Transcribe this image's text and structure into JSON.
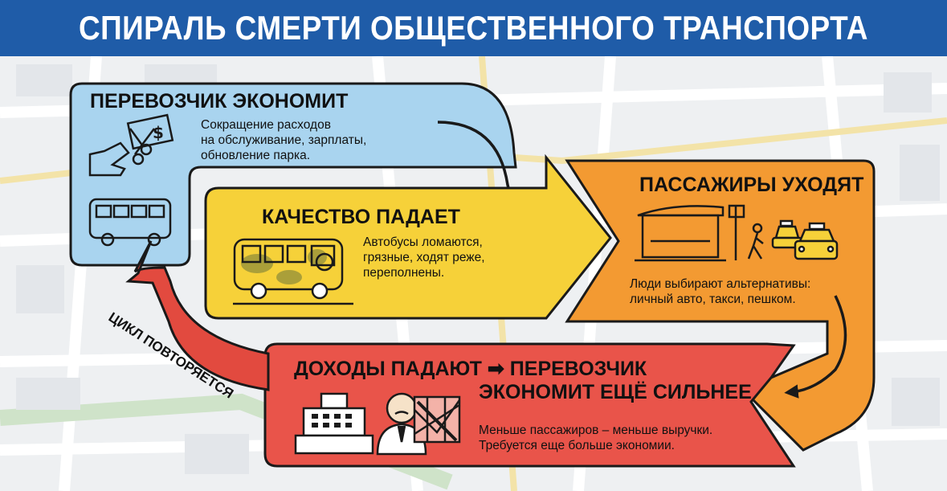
{
  "title": "СПИРАЛЬ СМЕРТИ ОБЩЕСТВЕННОГО ТРАНСПОРТА",
  "steps": [
    {
      "heading": "ПЕРЕВОЗЧИК ЭКОНОМИТ",
      "desc": [
        "Сокращение расходов",
        "на обслуживание, зарплаты,",
        "обновление парка."
      ],
      "color": "#a9d4ef",
      "icons": [
        "cutting-money-icon",
        "bus-icon"
      ]
    },
    {
      "heading": "КАЧЕСТВО ПАДАЕТ",
      "desc": [
        "Автобусы ломаются,",
        "грязные, ходят реже,",
        "переполнены."
      ],
      "color": "#f6d139",
      "icons": [
        "dirty-bus-icon"
      ]
    },
    {
      "heading": "ПАССАЖИРЫ УХОДЯТ",
      "desc": [
        "Люди выбирают альтернативы:",
        "личный авто, такси, пешком."
      ],
      "color": "#f39a32",
      "icons": [
        "bus-stop-icon",
        "walking-person-icon",
        "taxi-icon"
      ]
    },
    {
      "heading_line1": "ДОХОДЫ ПАДАЮТ",
      "arrow_symbol": "➡",
      "heading_line1b": "ПЕРЕВОЗЧИК",
      "heading_line2": "ЭКОНОМИТ ЕЩЁ СИЛЬНЕЕ",
      "desc": [
        "Меньше пассажиров – меньше выручки.",
        "Требуется еще больше экономии."
      ],
      "color": "#e9544a",
      "icons": [
        "cash-register-icon",
        "worried-manager-icon",
        "declining-chart-icon"
      ]
    }
  ],
  "loop_label": "ЦИКЛ ПОВТОРЯЕТСЯ",
  "colors": {
    "banner": "#1f5ca8",
    "map_bg": "#eef0f2",
    "outline": "#1a1a1a",
    "loop_arrow": "#e24a3f"
  }
}
